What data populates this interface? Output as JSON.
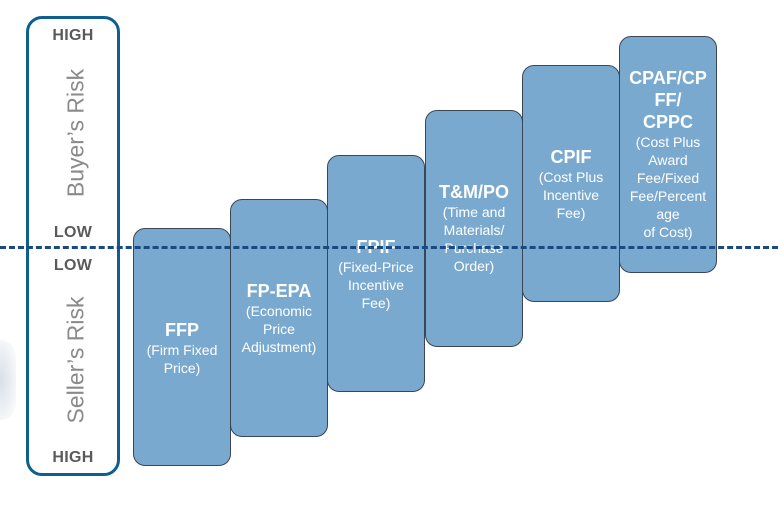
{
  "axis": {
    "buyer_high": "HIGH",
    "buyer_title": "Buyer’s Risk",
    "buyer_low": "LOW",
    "seller_low": "LOW",
    "seller_title": "Seller’s Risk",
    "seller_high": "HIGH"
  },
  "colors": {
    "axis_border": "#0e5f8f",
    "step_fill": "#7aa9cf",
    "step_border": "#3a4654",
    "divider": "#1a4a82"
  },
  "steps": [
    {
      "title": "FFP",
      "subtitle": "(Firm Fixed\nPrice)"
    },
    {
      "title": "FP-EPA",
      "subtitle": "(Economic\nPrice\nAdjustment)"
    },
    {
      "title": "FPIF",
      "subtitle": "(Fixed-Price\nIncentive\nFee)"
    },
    {
      "title": "T&M/PO",
      "subtitle": "(Time and\nMaterials/\nPurchase\nOrder)"
    },
    {
      "title": "CPIF",
      "subtitle": "(Cost Plus\nIncentive\nFee)"
    },
    {
      "title": "CPAF/CP\nFF/\nCPPC",
      "subtitle": "(Cost Plus\nAward\nFee/Fixed\nFee/Percent\nage\nof Cost)"
    }
  ]
}
